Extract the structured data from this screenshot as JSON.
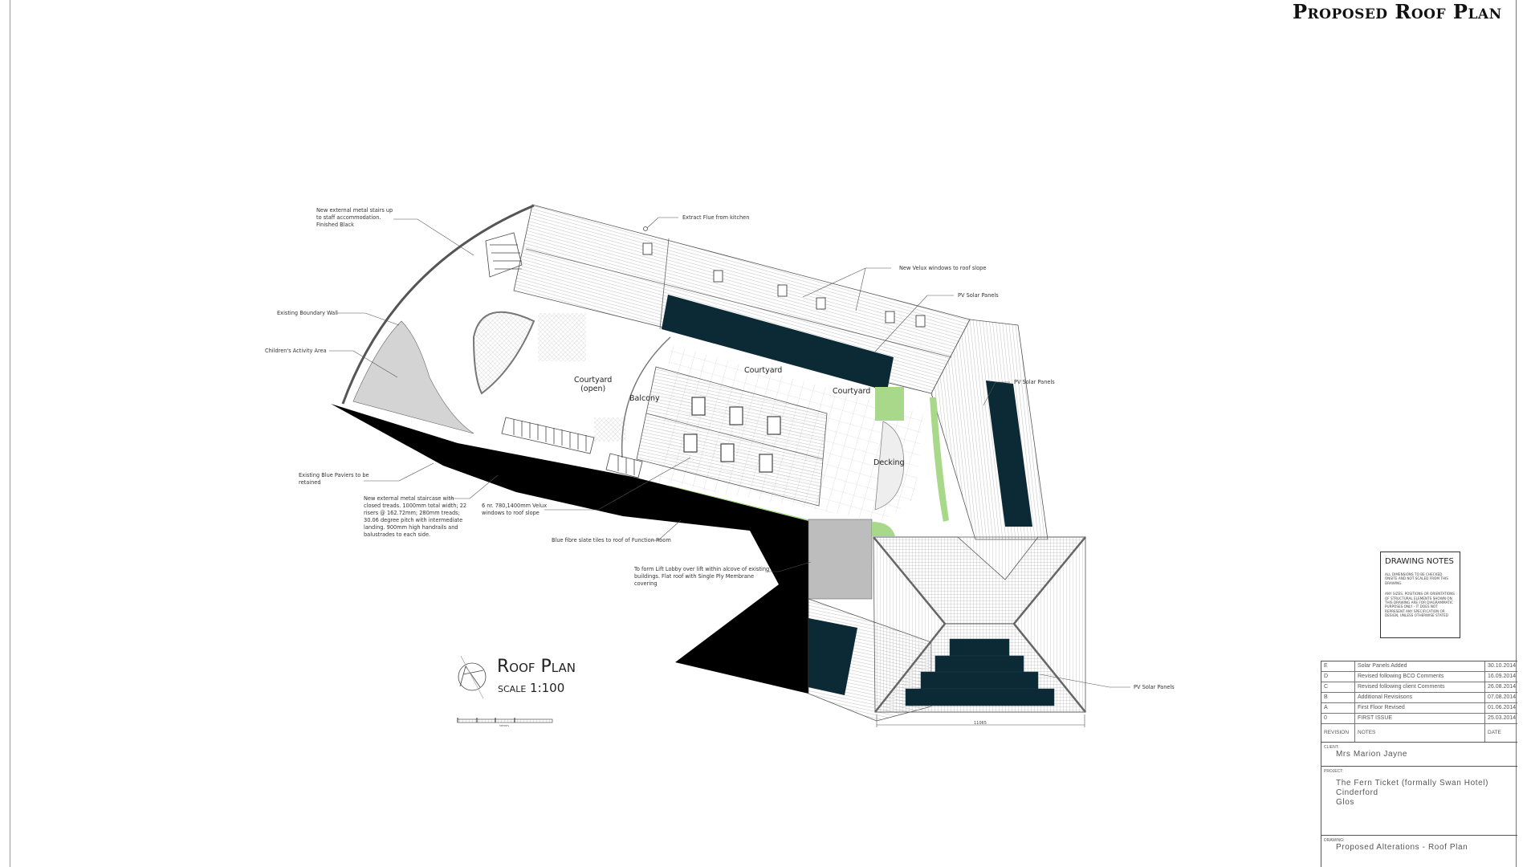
{
  "header": {
    "title": "Proposed Roof Plan"
  },
  "plan": {
    "title": "Roof Plan",
    "scale": "scale 1:100",
    "scale_bar_unit": "METRES",
    "dimension": "11065"
  },
  "labels": {
    "courtyard_open": "Courtyard\n(open)",
    "balcony": "Balcony",
    "courtyard_1": "Courtyard",
    "courtyard_2": "Courtyard",
    "decking": "Decking"
  },
  "annotations": {
    "stairs_staff": "New external metal stairs up\nto staff accommodation.\nFinished Black",
    "boundary_wall": "Existing Boundary Wall",
    "childrens_area": "Children's Activity Area",
    "blue_paviers": "Existing Blue Paviers to be\nretained",
    "staircase": "New external metal staircase with\nclosed treads. 1000mm total width; 22\nrisers @ 162.72mm; 280mm treads;\n30.06 degree pitch with intermediate\nlanding. 900mm high handrails and\nbalustrades to each side.",
    "velux_6nr": "6 nr. 780,1400mm Velux\nwindows to roof slope",
    "slate_tiles": "Blue fibre slate tiles to roof of Function Room",
    "lift_lobby": "To form Lift Lobby over lift within alcove of existing\nbuildings. Flat roof with Single Ply Membrane\ncovering",
    "extract_flue": "Extract Flue from kitchen",
    "new_velux": "New Velux windows to roof slope",
    "pv_1": "PV Solar Panels",
    "pv_2": "PV Solar Panels",
    "pv_3": "PV Solar Panels"
  },
  "drawing_notes": {
    "title": "DRAWING NOTES",
    "note_1": "All dimensions to be checked onsite and not scaled from this drawing.",
    "note_2": "Any sizes, positions or orientations of structural elements shown on this drawing are for diagrammatic purposes only - it does not represent any specification or design, unless otherwise stated"
  },
  "title_block": {
    "revisions": [
      {
        "rev": "E",
        "note": "Solar Panels Added",
        "date": "30.10.2014"
      },
      {
        "rev": "D",
        "note": "Revised following BCO Comments",
        "date": "16.09.2014"
      },
      {
        "rev": "C",
        "note": "Revised following client Comments",
        "date": "26.08.2014"
      },
      {
        "rev": "B",
        "note": "Additional Revisiisons",
        "date": "07.08.2014"
      },
      {
        "rev": "A",
        "note": "First Floor Revised",
        "date": "01.06.2014"
      },
      {
        "rev": "0",
        "note": "FIRST ISSUE",
        "date": "25.03.2014"
      }
    ],
    "headers": {
      "revision": "REVISION",
      "notes": "NOTES",
      "date": "DATE"
    },
    "client_label": "CLIENT:",
    "client": "Mrs Marion Jayne",
    "project_label": "PROJECT:",
    "project_lines": [
      "The Fern Ticket (formally Swan Hotel)",
      "Cinderford",
      "Glos"
    ],
    "drawing_label": "DRAWING:",
    "drawing": "Proposed Alterations - Roof Plan"
  },
  "colors": {
    "solar_panel": "#0b2a36",
    "grass": "#a8d88a",
    "paving_grey": "#c9c9c9",
    "wall": "#000000"
  }
}
